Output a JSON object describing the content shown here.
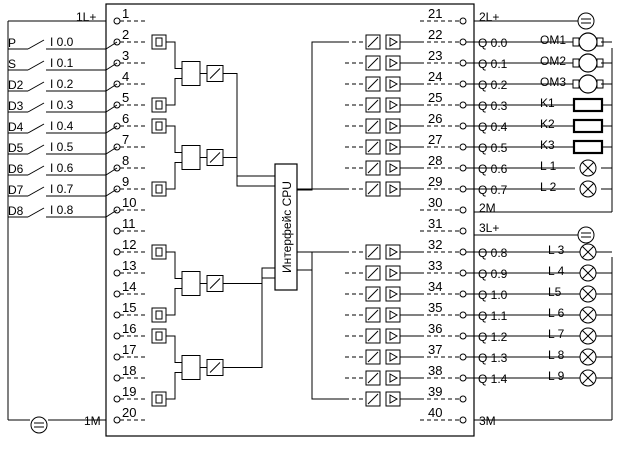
{
  "supplies": {
    "left_top": "1L+",
    "left_bottom": "1M",
    "right_top": "2L+",
    "right_mid_m": "2M",
    "right_mid_l": "3L+",
    "right_bottom": "3M"
  },
  "cpu_label": "Интерфейс CPU",
  "left_terminals": [
    "1",
    "2",
    "3",
    "4",
    "5",
    "6",
    "7",
    "8",
    "9",
    "10",
    "11",
    "12",
    "13",
    "14",
    "15",
    "16",
    "17",
    "18",
    "19",
    "20"
  ],
  "right_terminals": [
    "21",
    "22",
    "23",
    "24",
    "25",
    "26",
    "27",
    "28",
    "29",
    "30",
    "31",
    "32",
    "33",
    "34",
    "35",
    "36",
    "37",
    "38",
    "39",
    "40"
  ],
  "inputs": [
    {
      "tag": "P",
      "addr": "I 0.0"
    },
    {
      "tag": "S",
      "addr": "I 0.1"
    },
    {
      "tag": "D2",
      "addr": "I 0.2"
    },
    {
      "tag": "D3",
      "addr": "I 0.3"
    },
    {
      "tag": "D4",
      "addr": "I 0.4"
    },
    {
      "tag": "D5",
      "addr": "I 0.5"
    },
    {
      "tag": "D6",
      "addr": "I 0.6"
    },
    {
      "tag": "D7",
      "addr": "I 0.7"
    },
    {
      "tag": "D8",
      "addr": "I 0.8"
    }
  ],
  "outputs_group1": [
    {
      "addr": "Q 0.0",
      "load": "OM1"
    },
    {
      "addr": "Q 0.1",
      "load": "OM2"
    },
    {
      "addr": "Q 0.2",
      "load": "OM3"
    },
    {
      "addr": "Q 0.3",
      "load": "K1"
    },
    {
      "addr": "Q 0.4",
      "load": "K2"
    },
    {
      "addr": "Q 0.5",
      "load": "K3"
    },
    {
      "addr": "Q 0.6",
      "load": "L 1"
    },
    {
      "addr": "Q 0.7",
      "load": "L 2"
    }
  ],
  "outputs_group2": [
    {
      "addr": "Q 0.8",
      "load": "L 3"
    },
    {
      "addr": "Q 0.9",
      "load": "L 4"
    },
    {
      "addr": "Q 1.0",
      "load": "L5"
    },
    {
      "addr": "Q 1.1",
      "load": "L 6"
    },
    {
      "addr": "Q 1.2",
      "load": "L 7"
    },
    {
      "addr": "Q 1.3",
      "load": "L 8"
    },
    {
      "addr": "Q 1.4",
      "load": "L 9"
    }
  ]
}
